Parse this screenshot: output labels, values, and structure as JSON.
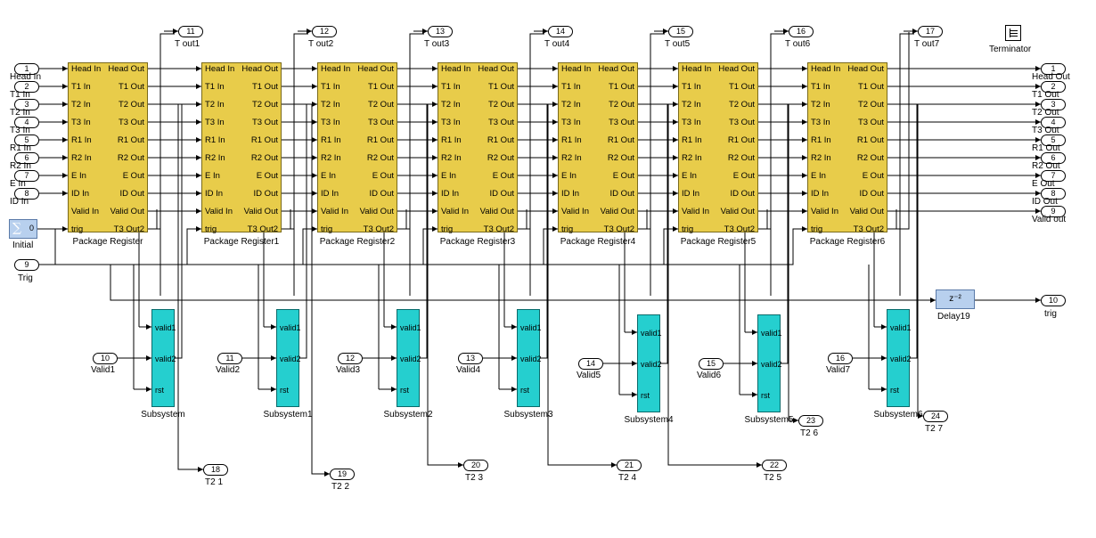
{
  "registers": [
    {
      "name": "Package Register"
    },
    {
      "name": "Package Register1"
    },
    {
      "name": "Package Register2"
    },
    {
      "name": "Package Register3"
    },
    {
      "name": "Package Register4"
    },
    {
      "name": "Package Register5"
    },
    {
      "name": "Package Register6"
    }
  ],
  "register_inputs": [
    "Head In",
    "T1 In",
    "T2 In",
    "T3 In",
    "R1 In",
    "R2 In",
    "E In",
    "ID In",
    "Valid In",
    "trig"
  ],
  "register_outputs": [
    "Head Out",
    "T1 Out",
    "T2 Out",
    "T3 Out",
    "R1 Out",
    "R2 Out",
    "E Out",
    "ID Out",
    "Valid Out",
    "T3 Out2"
  ],
  "subsystems": [
    {
      "name": "Subsystem"
    },
    {
      "name": "Subsystem1"
    },
    {
      "name": "Subsystem2"
    },
    {
      "name": "Subsystem3"
    },
    {
      "name": "Subsystem4"
    },
    {
      "name": "Subsystem5"
    },
    {
      "name": "Subsystem6"
    }
  ],
  "subsystem_ports": [
    "valid1",
    "valid2",
    "rst"
  ],
  "left_inports": [
    {
      "num": "1",
      "label": "Head In"
    },
    {
      "num": "2",
      "label": "T1 In"
    },
    {
      "num": "3",
      "label": "T2 In"
    },
    {
      "num": "4",
      "label": "T3 In"
    },
    {
      "num": "5",
      "label": "R1 In"
    },
    {
      "num": "6",
      "label": "R2 In"
    },
    {
      "num": "7",
      "label": "E In"
    },
    {
      "num": "8",
      "label": "ID In"
    }
  ],
  "initial": {
    "label": "Initial",
    "value": "0"
  },
  "trig_in": {
    "num": "9",
    "label": "Trig"
  },
  "valid_inports": [
    {
      "num": "10",
      "label": "Valid1"
    },
    {
      "num": "11",
      "label": "Valid2"
    },
    {
      "num": "12",
      "label": "Valid3"
    },
    {
      "num": "13",
      "label": "Valid4"
    },
    {
      "num": "14",
      "label": "Valid5"
    },
    {
      "num": "15",
      "label": "Valid6"
    },
    {
      "num": "16",
      "label": "Valid7"
    }
  ],
  "tout_ports": [
    {
      "num": "11",
      "label": "T out1"
    },
    {
      "num": "12",
      "label": "T out2"
    },
    {
      "num": "13",
      "label": "T out3"
    },
    {
      "num": "14",
      "label": "T out4"
    },
    {
      "num": "15",
      "label": "T out5"
    },
    {
      "num": "16",
      "label": "T out6"
    },
    {
      "num": "17",
      "label": "T out7"
    }
  ],
  "t2_ports": [
    {
      "num": "18",
      "label": "T2 1"
    },
    {
      "num": "19",
      "label": "T2 2"
    },
    {
      "num": "20",
      "label": "T2 3"
    },
    {
      "num": "21",
      "label": "T2 4"
    },
    {
      "num": "22",
      "label": "T2 5"
    },
    {
      "num": "23",
      "label": "T2 6"
    },
    {
      "num": "24",
      "label": "T2 7"
    }
  ],
  "right_outports": [
    {
      "num": "1",
      "label": "Head Out"
    },
    {
      "num": "2",
      "label": "T1 Out"
    },
    {
      "num": "3",
      "label": "T2 Out"
    },
    {
      "num": "4",
      "label": "T3 Out"
    },
    {
      "num": "5",
      "label": "R1 Out"
    },
    {
      "num": "6",
      "label": "R2 Out"
    },
    {
      "num": "7",
      "label": "E Out"
    },
    {
      "num": "8",
      "label": "ID Out"
    },
    {
      "num": "9",
      "label": "Valid out"
    }
  ],
  "delay": {
    "label": "Delay19",
    "text": "z⁻²"
  },
  "trig_out": {
    "num": "10",
    "label": "trig"
  },
  "terminator": {
    "label": "Terminator"
  },
  "colors": {
    "register": "#e8cc4a",
    "subsystem": "#25cfcf",
    "initial": "#b8d0ee"
  }
}
